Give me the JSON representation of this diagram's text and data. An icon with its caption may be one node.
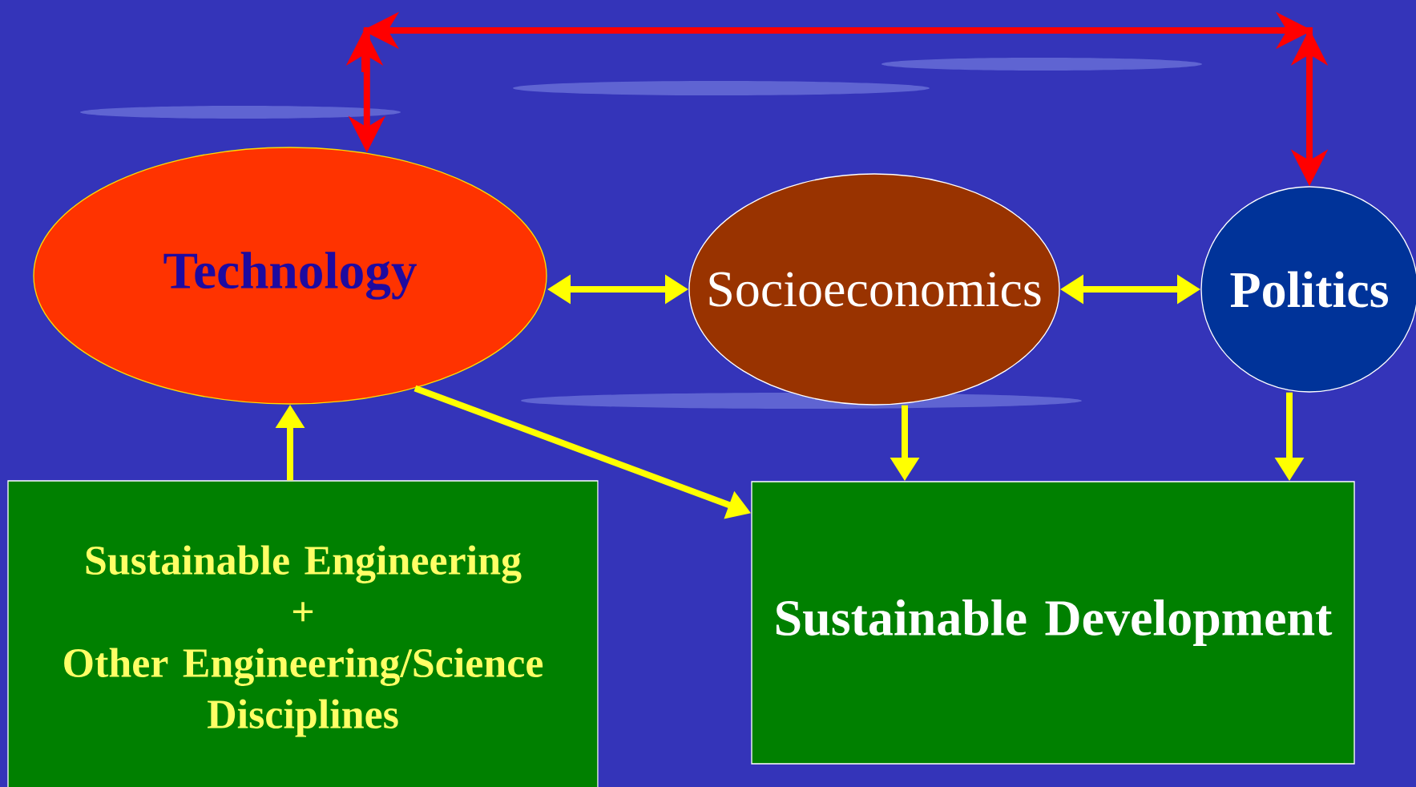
{
  "diagram": {
    "nodes": [
      {
        "text": [
          "Technology"
        ]
      },
      {
        "text": [
          "Socioeconomics"
        ]
      },
      {
        "text": [
          "Politics"
        ]
      },
      {
        "text": [
          "Sustainable Engineering",
          "+",
          "Other Engineering/Science Disciplines"
        ]
      },
      {
        "text": [
          "Sustainable Development"
        ]
      }
    ],
    "edges": [
      {
        "from": 0,
        "to": 2,
        "arrow": "both",
        "color": "#ff0000"
      },
      {
        "from": 0,
        "to": 1,
        "arrow": "both"
      },
      {
        "from": 1,
        "to": 2,
        "arrow": "both"
      },
      {
        "from": 0,
        "to": 4,
        "arrow": "to"
      },
      {
        "from": 1,
        "to": 4,
        "arrow": "to"
      },
      {
        "from": 2,
        "to": 4,
        "arrow": "to"
      },
      {
        "from": 3,
        "to": 0,
        "arrow": "to"
      }
    ]
  }
}
